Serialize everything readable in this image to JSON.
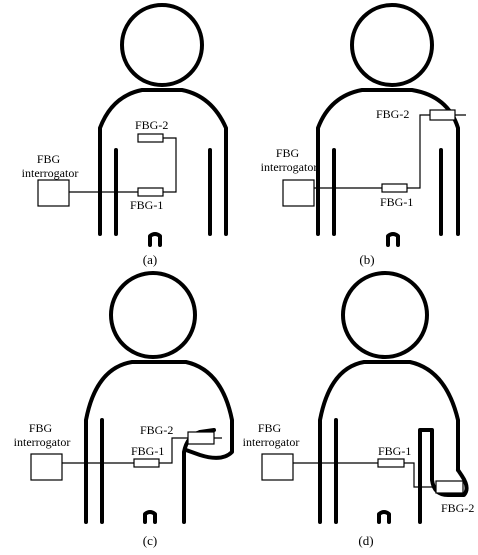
{
  "panels": [
    {
      "id": "a",
      "caption": "(a)",
      "interrogator": "FBG\ninterrogator",
      "fbg1": "FBG-1",
      "fbg2": "FBG-2"
    },
    {
      "id": "b",
      "caption": "(b)",
      "interrogator": "FBG\ninterrogator",
      "fbg1": "FBG-1",
      "fbg2": "FBG-2"
    },
    {
      "id": "c",
      "caption": "(c)",
      "interrogator": "FBG\ninterrogator",
      "fbg1": "FBG-1",
      "fbg2": "FBG-2"
    },
    {
      "id": "d",
      "caption": "(d)",
      "interrogator": "FBG\ninterrogator",
      "fbg1": "FBG-1",
      "fbg2": "FBG-2"
    }
  ]
}
